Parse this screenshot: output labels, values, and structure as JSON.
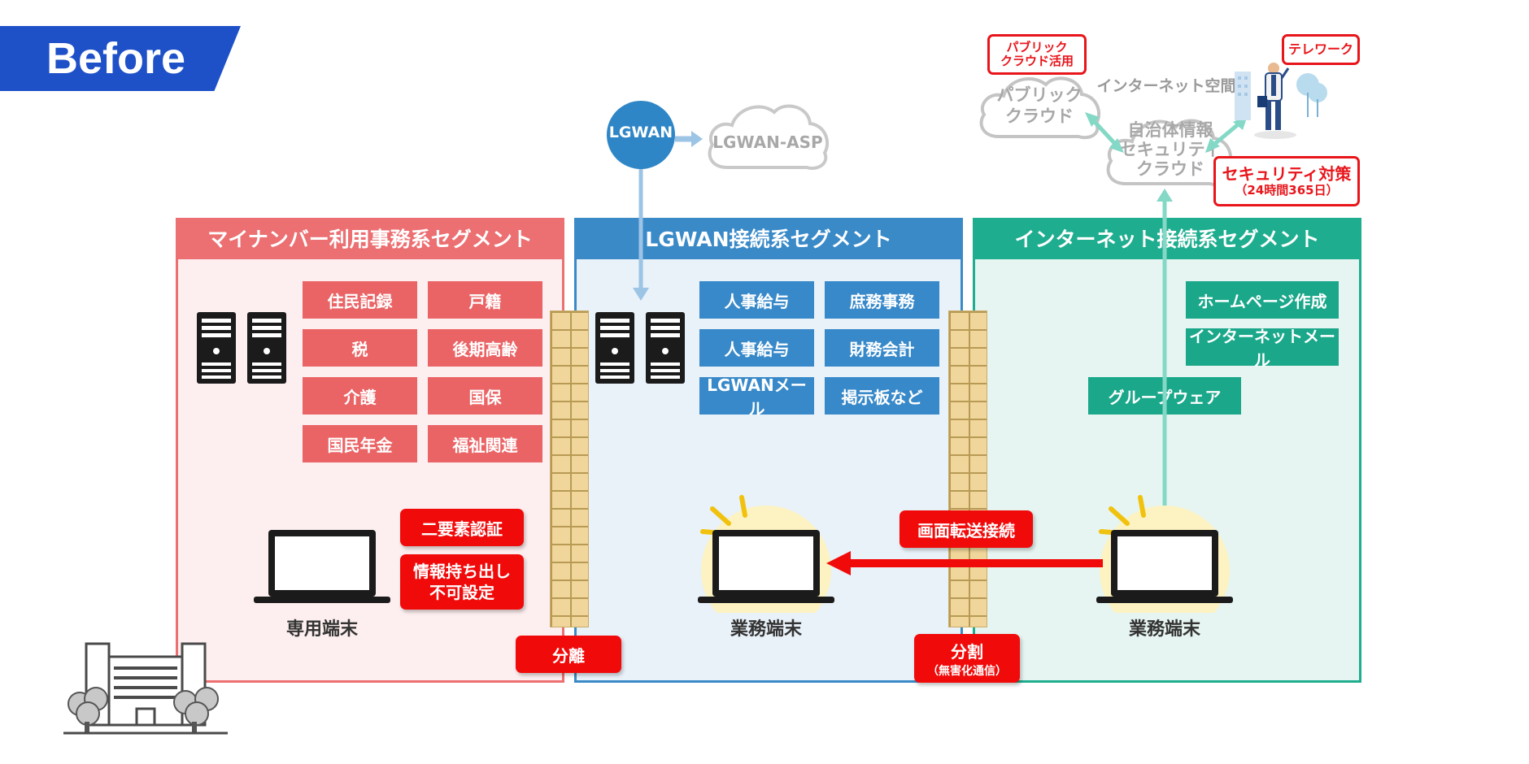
{
  "header": {
    "tag": "Before"
  },
  "segments": {
    "mynumber": {
      "title": "マイナンバー利用事務系セグメント",
      "items": [
        "住民記録",
        "戸籍",
        "税",
        "後期高齢",
        "介護",
        "国保",
        "国民年金",
        "福祉関連"
      ],
      "terminal_label": "専用端末",
      "badges": {
        "two_factor": "二要素認証",
        "no_takeout_1": "情報持ち出し",
        "no_takeout_2": "不可設定"
      }
    },
    "lgwan": {
      "title": "LGWAN接続系セグメント",
      "items": [
        "人事給与",
        "庶務事務",
        "人事給与",
        "財務会計",
        "LGWANメール",
        "掲示板など"
      ],
      "terminal_label": "業務端末"
    },
    "internet": {
      "title": "インターネット接続系セグメント",
      "items": [
        "ホームページ作成",
        "インターネットメール",
        "グループウェア"
      ],
      "terminal_label": "業務端末"
    }
  },
  "network": {
    "lgwan_node": "LGWAN",
    "lgwan_asp": "LGWAN-ASP",
    "public_cloud_1": "パブリック",
    "public_cloud_2": "クラウド",
    "security_cloud_1": "自治体情報",
    "security_cloud_2": "セキュリティ",
    "security_cloud_3": "クラウド",
    "internet_space": "インターネット空間"
  },
  "callouts": {
    "public_cloud_use_1": "パブリック",
    "public_cloud_use_2": "クラウド活用",
    "telework": "テレワーク",
    "security_measures": "セキュリティ対策",
    "security_hours": "（24時間365日）",
    "screen_transfer": "画面転送接続",
    "separation": "分離",
    "split": "分割",
    "split_note": "（無害化通信）"
  },
  "colors": {
    "red_segment": "#ec6f72",
    "blue_segment": "#3a8ac8",
    "green_segment": "#1fad8f",
    "alert_red": "#f10a0a",
    "before_blue": "#1e50c8"
  }
}
